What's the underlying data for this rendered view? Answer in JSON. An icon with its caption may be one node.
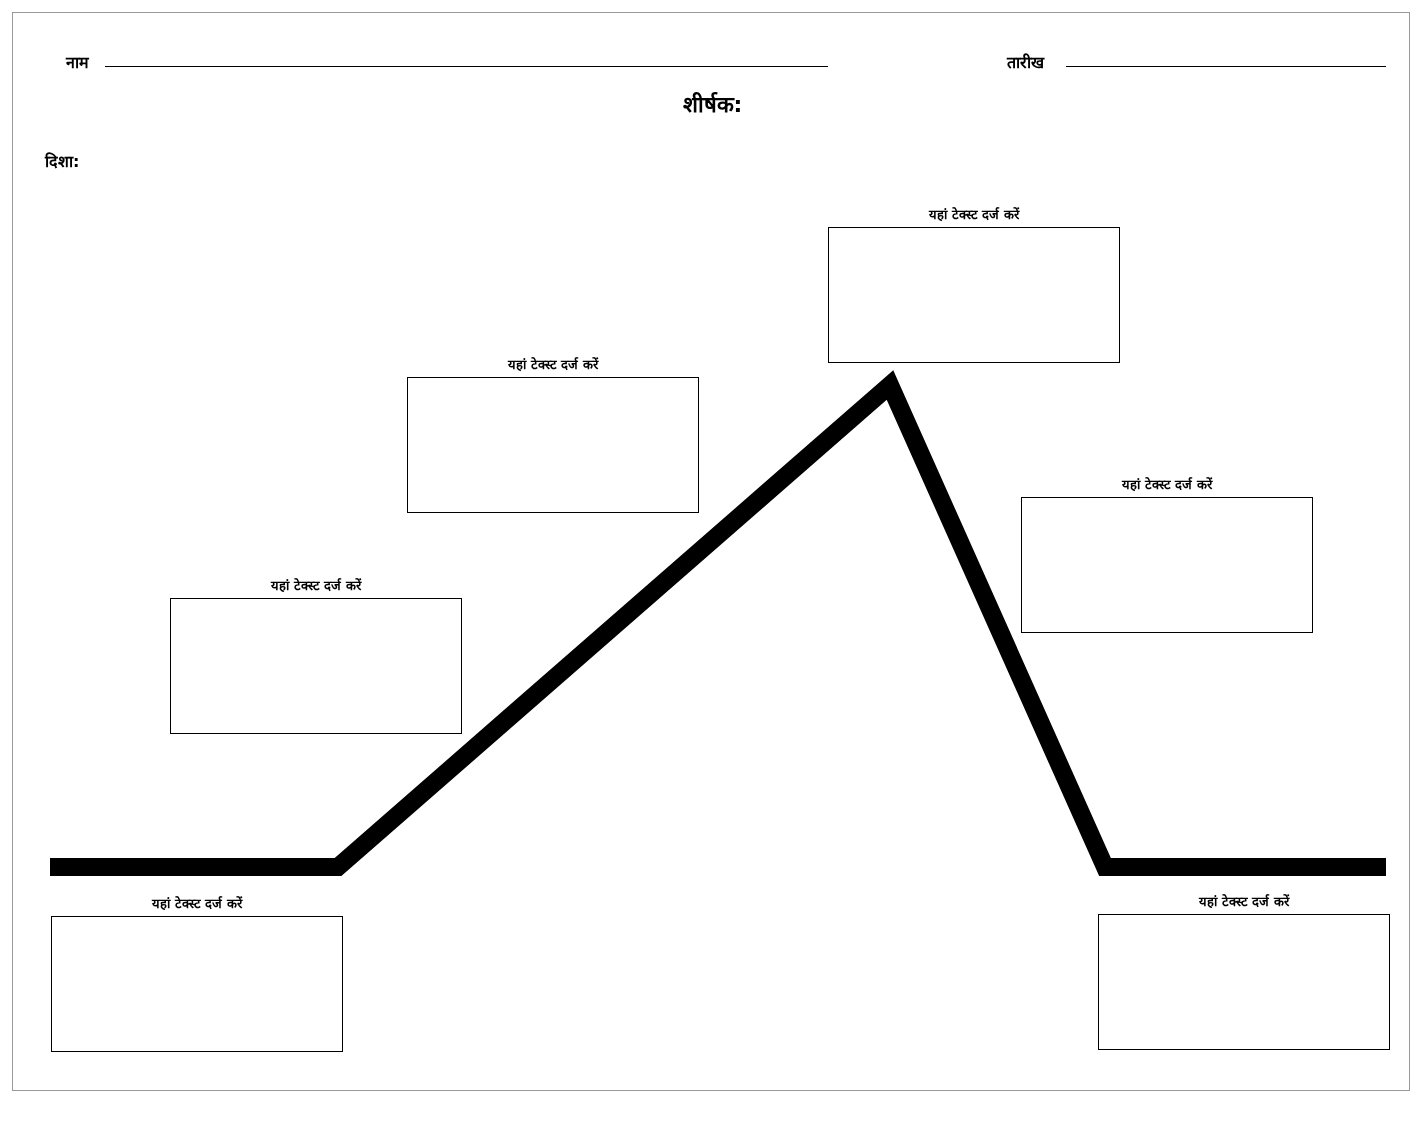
{
  "diagram": {
    "title": "शीर्षक:",
    "nodes": [
      {
        "text": [
          "यहां टेक्स्ट दर्ज करें"
        ]
      },
      {
        "text": [
          "यहां टेक्स्ट दर्ज करें"
        ]
      },
      {
        "text": [
          "यहां टेक्स्ट दर्ज करें"
        ]
      },
      {
        "text": [
          "यहां टेक्स्ट दर्ज करें"
        ]
      },
      {
        "text": [
          "यहां टेक्स्ट दर्ज करें"
        ]
      },
      {
        "text": [
          "यहां टेक्स्ट दर्ज करें"
        ]
      }
    ],
    "labels": [
      "नाम",
      "तारीख",
      "दिशा:"
    ]
  }
}
